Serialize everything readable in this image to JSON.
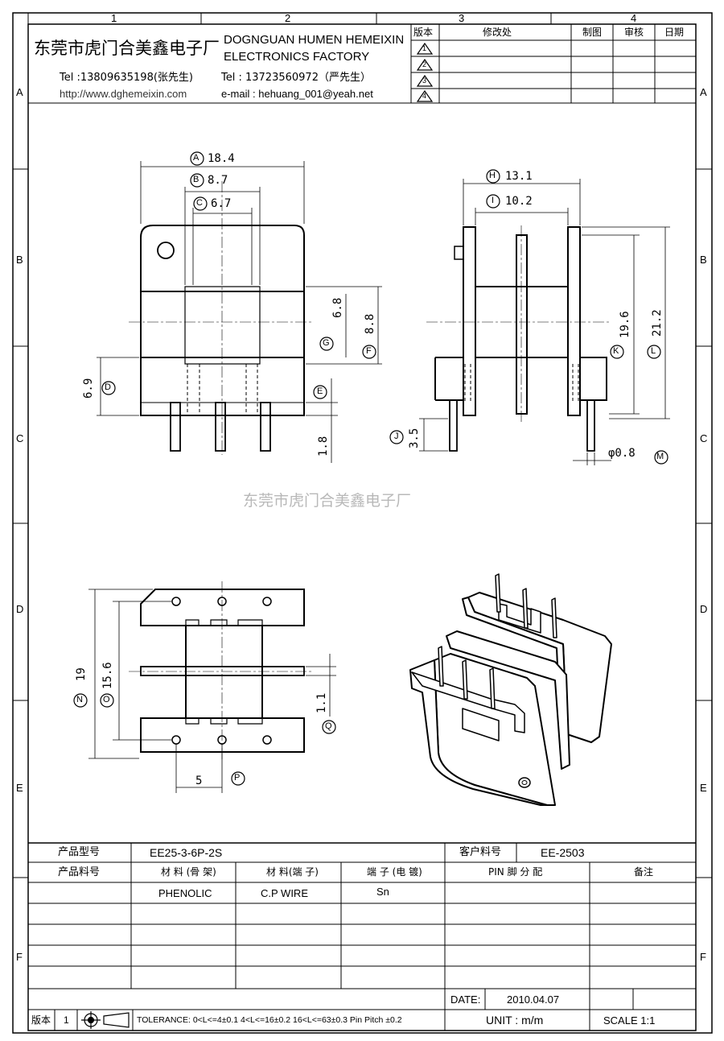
{
  "grid": {
    "columns": [
      "1",
      "2",
      "3",
      "4"
    ],
    "rows": [
      "A",
      "B",
      "C",
      "D",
      "E",
      "F"
    ]
  },
  "header": {
    "company_cn": "东莞市虎门合美鑫电子厂",
    "company_en_line1": "DOGNGUAN HUMEN HEMEIXIN",
    "company_en_line2": "ELECTRONICS FACTORY",
    "tel1": "Tel :13809635198(张先生)",
    "url": "http://www.dghemeixin.com",
    "tel2": "Tel : 13723560972（严先生）",
    "email": "e-mail : hehuang_001@yeah.net"
  },
  "revision_table": {
    "headers": [
      "版本",
      "修改处",
      "制图",
      "审核",
      "日期"
    ],
    "revisions": [
      "1",
      "2",
      "3",
      "4"
    ]
  },
  "watermark": "东莞市虎门合美鑫电子厂",
  "dimensions": {
    "A": {
      "letter": "A",
      "value": "18.4"
    },
    "B": {
      "letter": "B",
      "value": "8.7"
    },
    "C": {
      "letter": "C",
      "value": "6.7"
    },
    "D": {
      "letter": "D",
      "value": "6.9"
    },
    "E": {
      "letter": "E",
      "value": "1.8"
    },
    "F": {
      "letter": "F",
      "value": "8.8"
    },
    "G": {
      "letter": "G",
      "value": "6.8"
    },
    "H": {
      "letter": "H",
      "value": "13.1"
    },
    "I": {
      "letter": "I",
      "value": "10.2"
    },
    "J": {
      "letter": "J",
      "value": "3.5"
    },
    "K": {
      "letter": "K",
      "value": "19.6"
    },
    "L": {
      "letter": "L",
      "value": "21.2"
    },
    "M": {
      "letter": "M",
      "value": "φ0.8"
    },
    "N": {
      "letter": "N",
      "value": "19"
    },
    "O": {
      "letter": "O",
      "value": "15.6"
    },
    "P": {
      "letter": "P",
      "value": "5"
    },
    "Q": {
      "letter": "Q",
      "value": "1.1"
    }
  },
  "title_block": {
    "product_model_label": "产品型号",
    "product_model": "EE25-3-6P-2S",
    "customer_part_label": "客户料号",
    "customer_part": "EE-2503",
    "product_part_label": "产品料号",
    "material_bobbin_label": "材 料 (骨 架)",
    "material_bobbin": "PHENOLIC",
    "material_terminal_label": "材 料(端 子)",
    "material_terminal": "C.P WIRE",
    "terminal_plating_label": "端 子 (电 镀)",
    "terminal_plating": "Sn",
    "pin_label": "PIN 脚 分 配",
    "remark_label": "备注",
    "date_label": "DATE:",
    "date": "2010.04.07",
    "version_label": "版本",
    "version": "1",
    "tolerance": "TOLERANCE:  0<L<=4±0.1  4<L<=16±0.2  16<L<=63±0.3  Pin Pitch  ±0.2",
    "unit": "UNIT : m/m",
    "scale": "SCALE    1:1"
  }
}
